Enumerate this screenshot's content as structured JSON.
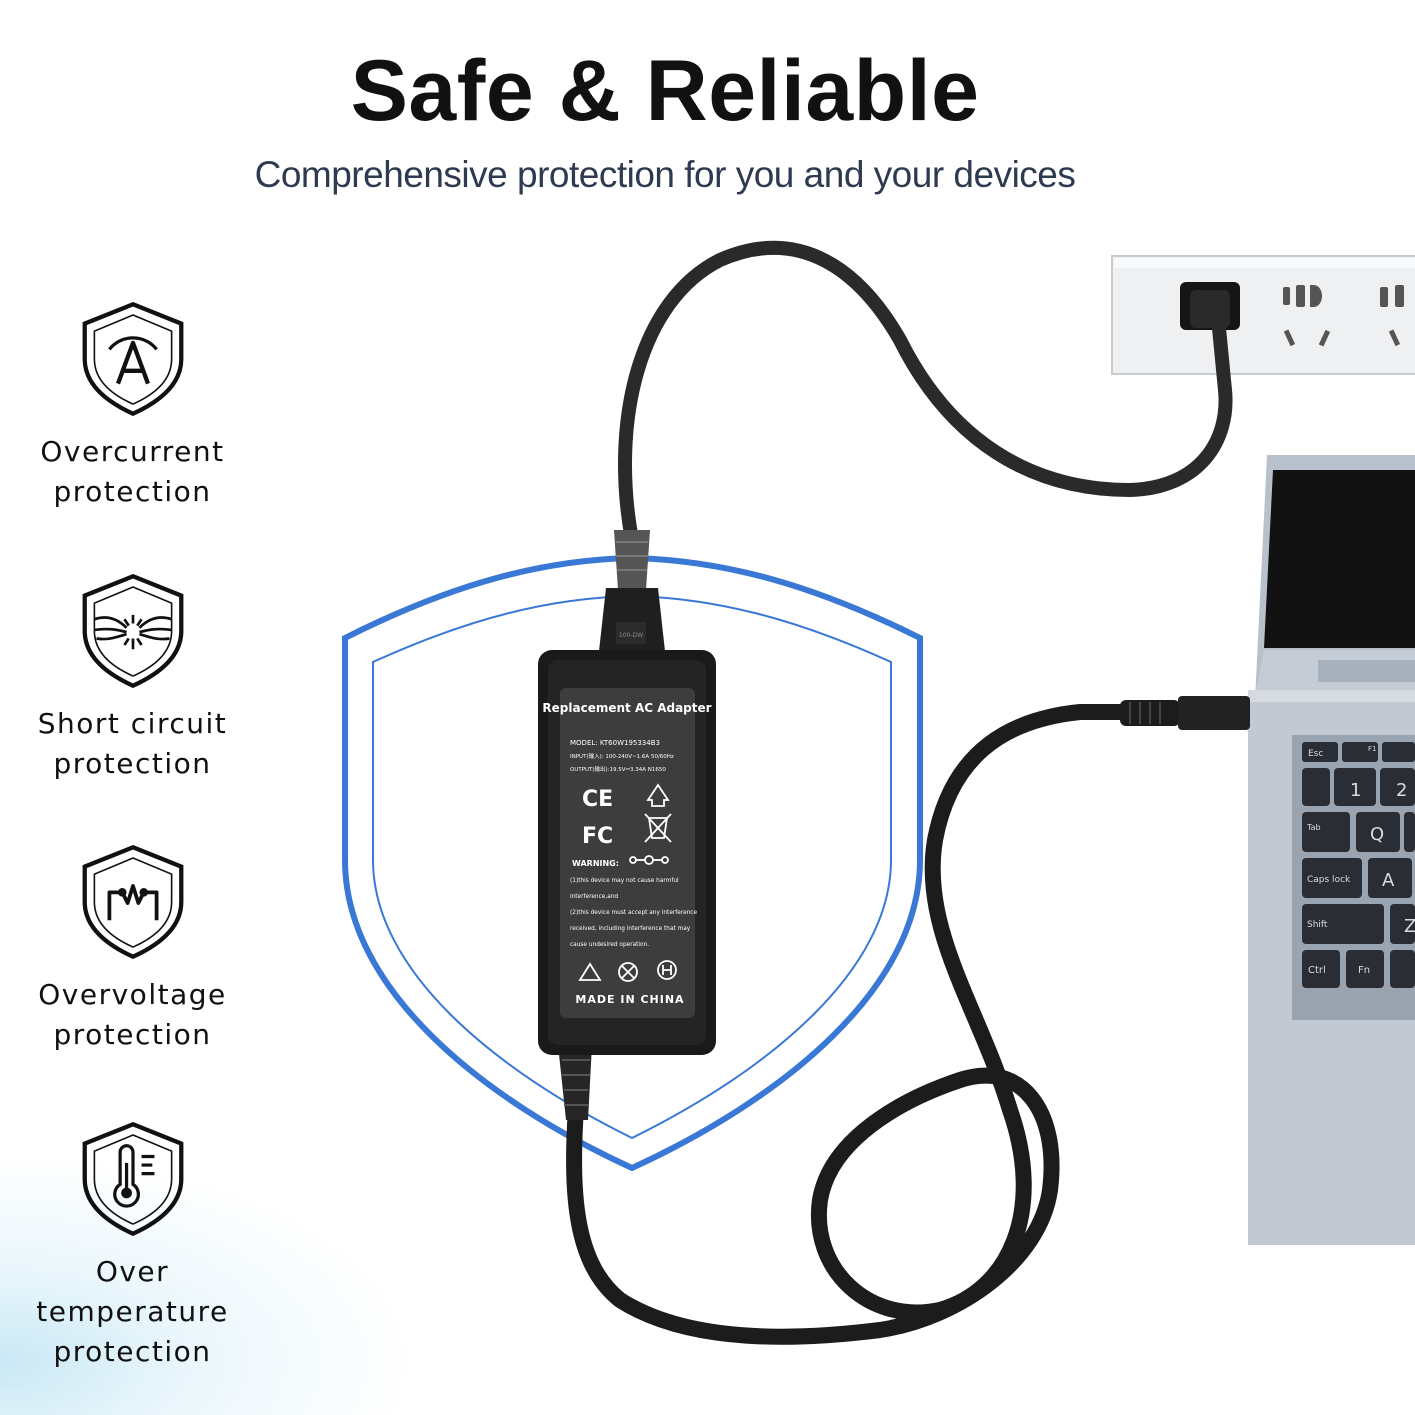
{
  "header": {
    "title": "Safe & Reliable",
    "subtitle": "Comprehensive protection for you and your devices"
  },
  "features": [
    {
      "icon": "overcurrent-shield-icon",
      "label_line1": "Overcurrent",
      "label_line2": "protection"
    },
    {
      "icon": "short-circuit-shield-icon",
      "label_line1": "Short circuit",
      "label_line2": "protection"
    },
    {
      "icon": "overvoltage-shield-icon",
      "label_line1": "Overvoltage",
      "label_line2": "protection"
    },
    {
      "icon": "over-temperature-shield-icon",
      "label_line1": "Over temperature",
      "label_line2": "protection"
    }
  ],
  "adapter": {
    "title": "Replacement AC Adapter",
    "model": "MODEL: KT60W195334B3",
    "input": "INPUT(输入): 100-240V~1.6A  50/60Hz",
    "output": "OUTPUT(输出):19.5V⎓3.34A  N1650",
    "warning_title": "WARNING:",
    "warning_lines": [
      "(1)this device may not cause harmful",
      "interference,and",
      "(2)this device must accept any interference",
      "received, including interference that may",
      "cause undesired operation."
    ],
    "origin": "MADE IN CHINA",
    "ce_mark": "CE",
    "fc_mark": "FC",
    "plug_text": "100-DW"
  },
  "keyboard": {
    "keys": [
      "Esc",
      "F1",
      "1",
      "2",
      "Q",
      "A",
      "Caps lock",
      "Tab",
      "Shift",
      "Z",
      "Ctrl",
      "Fn"
    ]
  },
  "colors": {
    "shield_blue": "#3a78d6",
    "adapter_body": "#1e1e1e",
    "cable": "#222222",
    "laptop": "#a9b3c2"
  }
}
